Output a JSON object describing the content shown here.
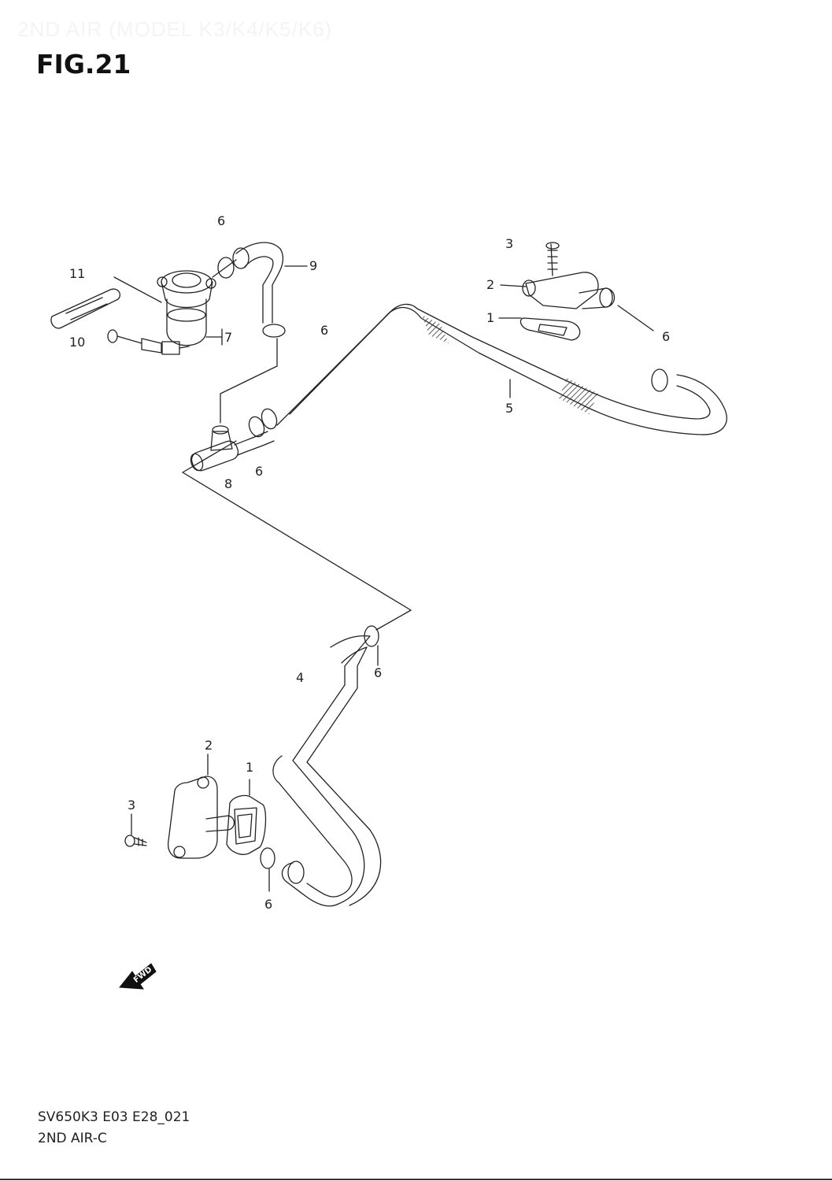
{
  "header": {
    "watermark": "2ND AIR (MODEL K3/K4/K5/K6)",
    "figure_title": "FIG.21"
  },
  "callouts": {
    "c6_top": "6",
    "c9": "9",
    "c11": "11",
    "c10": "10",
    "c7": "7",
    "c6_mid": "6",
    "c3_right": "3",
    "c2_right": "2",
    "c1_right": "1",
    "c6_right": "6",
    "c5": "5",
    "c6_left": "6",
    "c8": "8",
    "c4": "4",
    "c6_lower": "6",
    "c2_bottom": "2",
    "c1_bottom": "1",
    "c3_bottom": "3",
    "c6_bottom": "6"
  },
  "fwd_marker": {
    "label": "FWD",
    "icon": "fwd-arrow-icon"
  },
  "footer": {
    "code": "SV650K3 E03 E28_021",
    "name": "2ND AIR-C"
  },
  "colors": {
    "line": "#222222",
    "background": "#ffffff"
  }
}
